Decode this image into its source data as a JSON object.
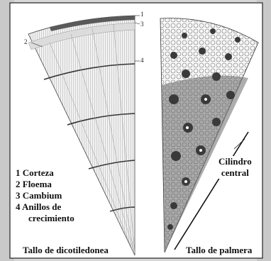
{
  "legend": {
    "items": [
      "1 Corteza",
      "2 Floema",
      "3 Cambium",
      "4 Anillos de",
      "crecimiento"
    ]
  },
  "callout_numbers": [
    "1",
    "3",
    "2",
    "4"
  ],
  "cylinder_label": {
    "line1": "Cilindro",
    "line2": "central"
  },
  "captions": {
    "left": "Tallo de dicotiledonea",
    "right": "Tallo de palmera"
  },
  "colors": {
    "background": "#d8d8d8",
    "panel": "#ffffff",
    "ink": "#111111",
    "bark": "#5a5a5a",
    "palm_bundle": "#3a3a3a"
  }
}
